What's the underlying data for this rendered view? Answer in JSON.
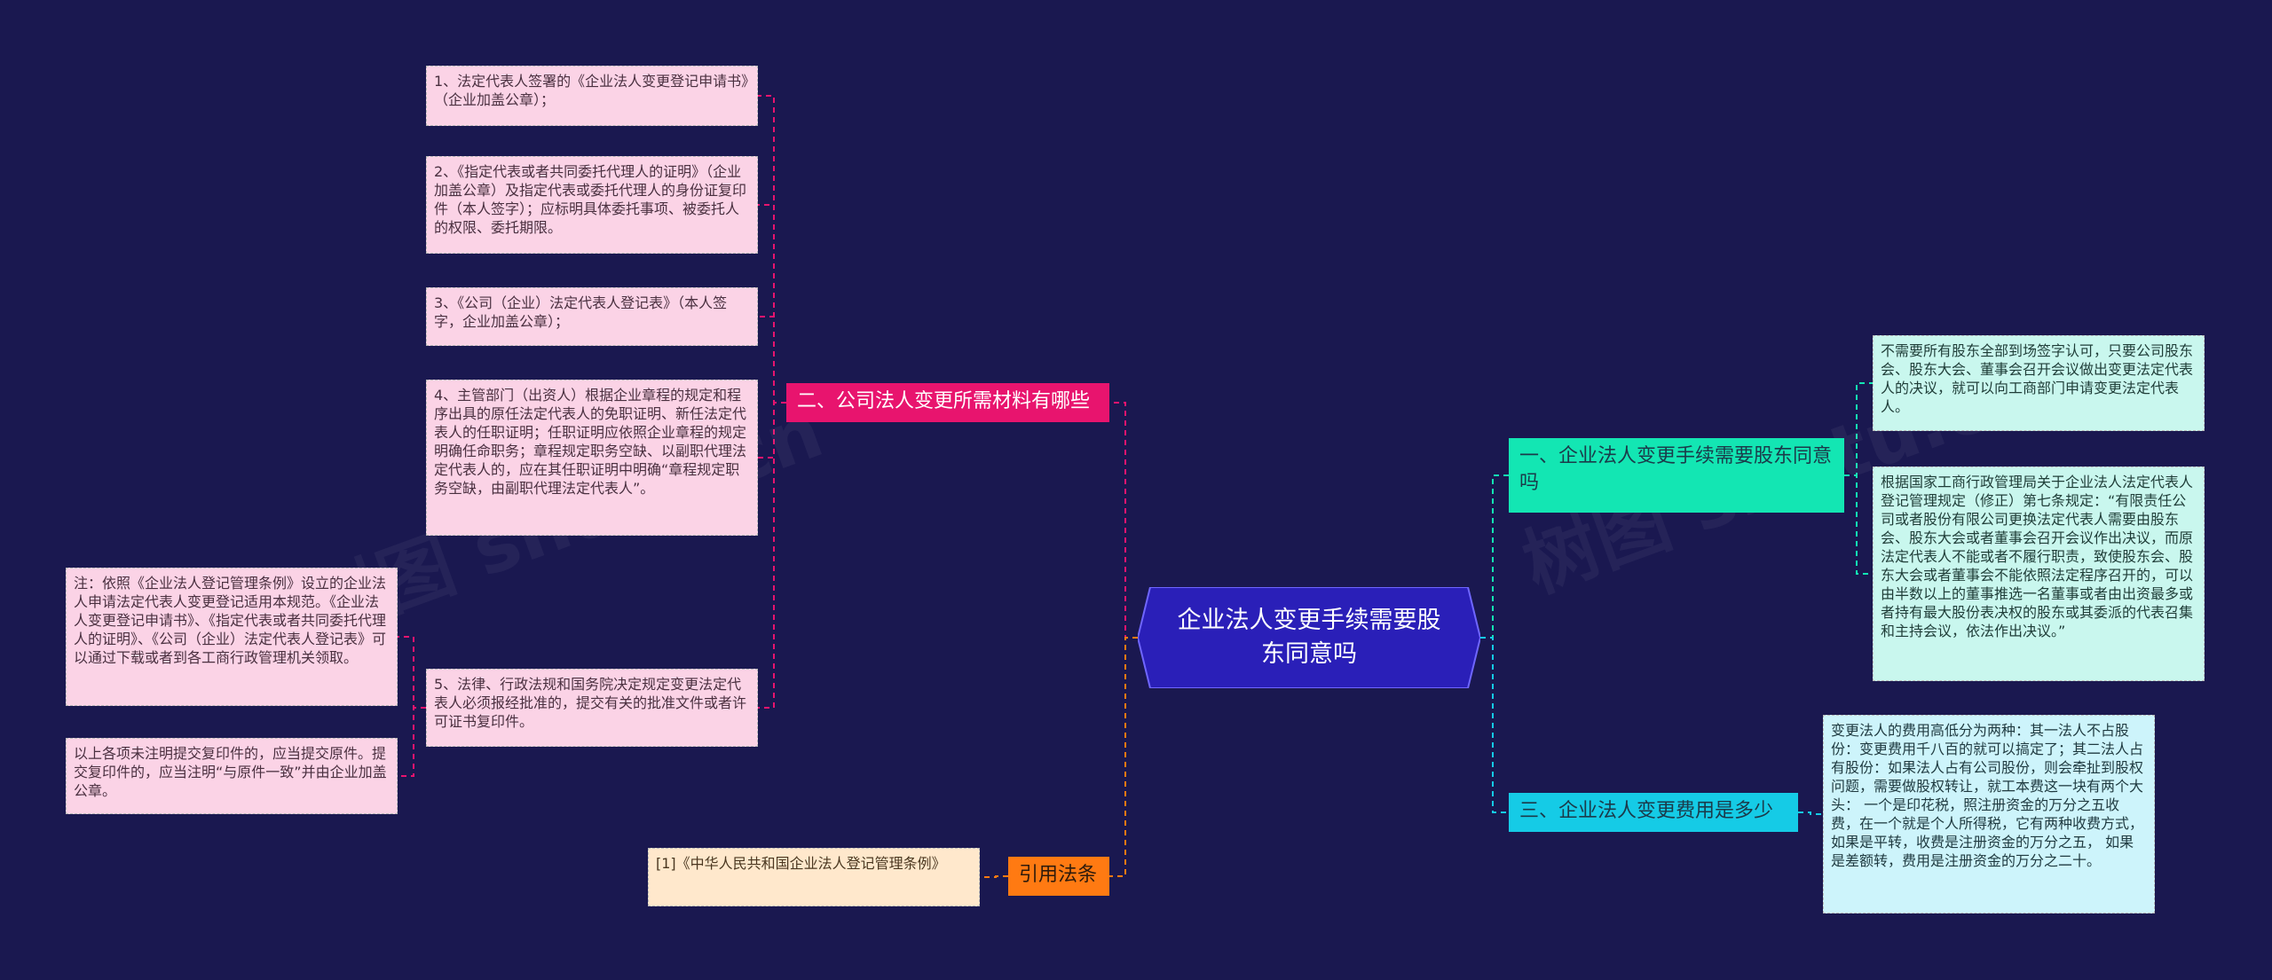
{
  "colors": {
    "background": "#1a1850",
    "root": "#2a1fb8",
    "pink": "#e8146e",
    "mint": "#13e6b3",
    "cyan": "#15cbe6",
    "orange": "#ff7a12"
  },
  "root": {
    "label": "企业法人变更手续需要股东同意吗"
  },
  "branches": {
    "materials": {
      "label": "二、公司法人变更所需材料有哪些",
      "items": [
        "1、法定代表人签署的《企业法人变更登记申请书》（企业加盖公章）；",
        "2、《指定代表或者共同委托代理人的证明》（企业加盖公章）及指定代表或委托代理人的身份证复印件（本人签字）；应标明具体委托事项、被委托人的权限、委托期限。",
        "3、《公司（企业）法定代表人登记表》（本人签字，企业加盖公章）；",
        "4、主管部门（出资人）根据企业章程的规定和程序出具的原任法定代表人的免职证明、新任法定代表人的任职证明；任职证明应依照企业章程的规定明确任命职务；章程规定职务空缺、以副职代理法定代表人的，应在其任职证明中明确“章程规定职务空缺，由副职代理法定代表人”。",
        "5、法律、行政法规和国务院决定规定变更法定代表人必须报经批准的，提交有关的批准文件或者许可证书复印件。"
      ],
      "notes": [
        "注：依照《企业法人登记管理条例》设立的企业法人申请法定代表人变更登记适用本规范。《企业法人变更登记申请书》、《指定代表或者共同委托代理人的证明》、《公司（企业）法定代表人登记表》可以通过下载或者到各工商行政管理机关领取。",
        "以上各项未注明提交复印件的，应当提交原件。提交复印件的，应当注明“与原件一致”并由企业加盖公章。"
      ]
    },
    "reference": {
      "label": "引用法条",
      "items": [
        "[1]《中华人民共和国企业法人登记管理条例》"
      ]
    },
    "consent": {
      "label": "一、企业法人变更手续需要股东同意吗",
      "items": [
        "不需要所有股东全部到场签字认可，只要公司股东会、股东大会、董事会召开会议做出变更法定代表人的决议，就可以向工商部门申请变更法定代表人。",
        "根据国家工商行政管理局关于企业法人法定代表人登记管理规定（修正）第七条规定：“有限责任公司或者股份有限公司更换法定代表人需要由股东会、股东大会或者董事会召开会议作出决议，而原法定代表人不能或者不履行职责，致使股东会、股东大会或者董事会不能依照法定程序召开的，可以由半数以上的董事推选一名董事或者由出资最多或者持有最大股份表决权的股东或其委派的代表召集和主持会议，依法作出决议。”"
      ]
    },
    "cost": {
      "label": "三、企业法人变更费用是多少",
      "items": [
        "变更法人的费用高低分为两种：其一法人不占股份：变更费用千八百的就可以搞定了；其二法人占有股份：如果法人占有公司股份，则会牵扯到股权问题，需要做股权转让，就工本费这一块有两个大头： 一个是印花税，照注册资金的万分之五收费，在一个就是个人所得税，它有两种收费方式，如果是平转，收费是注册资金的万分之五， 如果是差额转，费用是注册资金的万分之二十。"
      ]
    }
  }
}
